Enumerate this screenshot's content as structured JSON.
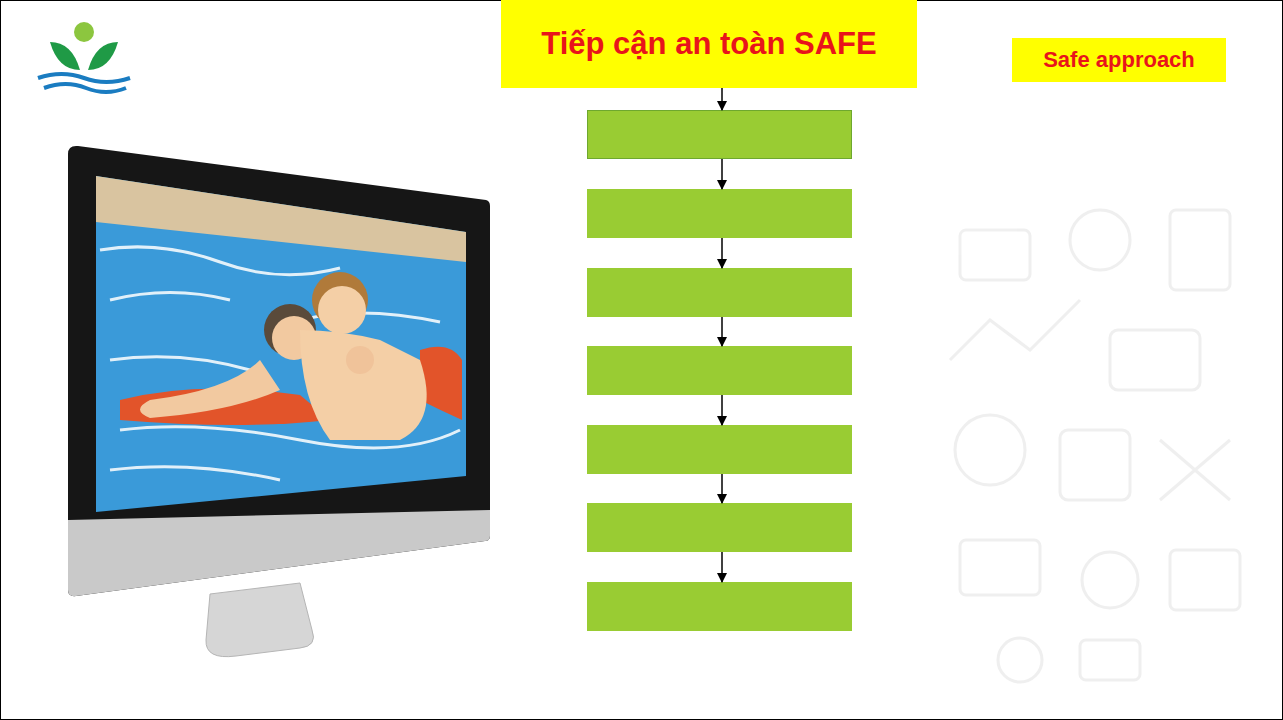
{
  "diagram": {
    "nodes": [
      {
        "text": [
          "Tiếp cận an toàn SAFE"
        ]
      },
      {
        "text": [
          "Safe approach"
        ]
      },
      {
        "text": []
      },
      {
        "text": []
      },
      {
        "text": []
      },
      {
        "text": []
      },
      {
        "text": []
      },
      {
        "text": []
      },
      {
        "text": []
      }
    ],
    "edges": [
      {
        "from": 0,
        "to": 2,
        "arrow": "to"
      },
      {
        "from": 2,
        "to": 3,
        "arrow": "to"
      },
      {
        "from": 3,
        "to": 4,
        "arrow": "to"
      },
      {
        "from": 4,
        "to": 5,
        "arrow": "to"
      },
      {
        "from": 5,
        "to": 6,
        "arrow": "to"
      },
      {
        "from": 6,
        "to": 7,
        "arrow": "to"
      },
      {
        "from": 7,
        "to": 8,
        "arrow": "to"
      }
    ]
  }
}
